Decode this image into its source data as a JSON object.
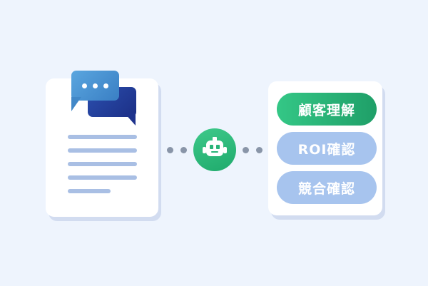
{
  "pills": [
    {
      "label": "顧客理解",
      "active": true
    },
    {
      "label": "ROI確認",
      "active": false
    },
    {
      "label": "競合確認",
      "active": false
    }
  ],
  "icons": {
    "chat": "chat-bubbles-icon",
    "robot": "robot-icon",
    "document": "document-icon"
  },
  "colors": {
    "background": "#eef4fd",
    "accent_green": "#2bb97a",
    "inactive_blue": "#a7c4ee",
    "bubble_light": "#4a94d4",
    "bubble_dark": "#1e338d",
    "text_line": "#a9bfe4"
  }
}
